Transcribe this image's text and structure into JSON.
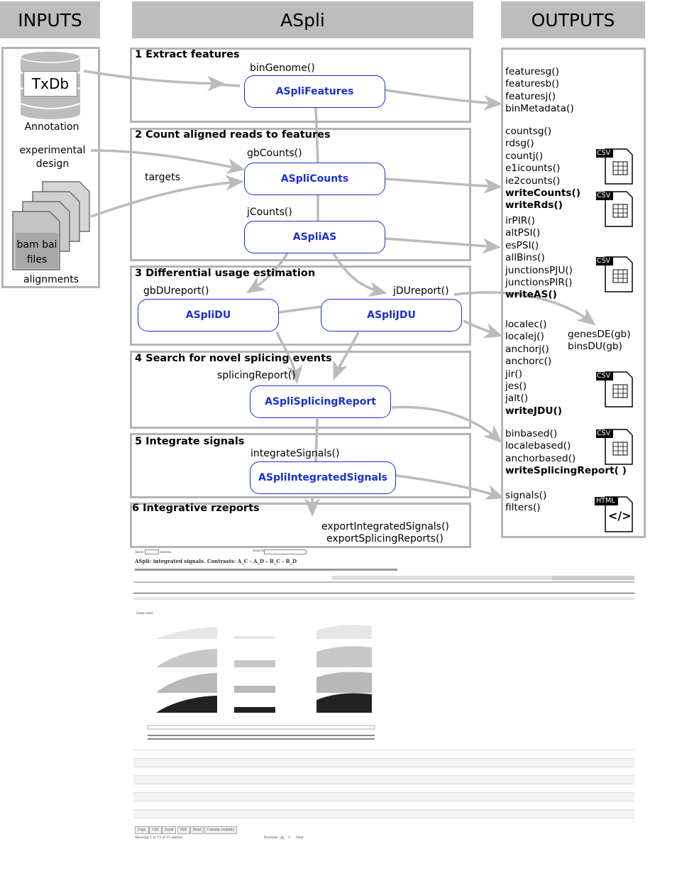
{
  "headers": {
    "inputs": "INPUTS",
    "aspli": "ASpli",
    "outputs": "OUTPUTS"
  },
  "inputs": {
    "txdb": "TxDb",
    "annotation": "Annotation",
    "experimental_design": [
      "experimental",
      "design"
    ],
    "targets": "targets",
    "bam": [
      "bam bai",
      "files"
    ],
    "alignments": "alignments"
  },
  "sections": [
    {
      "title": "1 Extract features",
      "function": "binGenome()",
      "nodes": [
        "ASpliFeatures"
      ]
    },
    {
      "title": "2 Count aligned reads to features",
      "function": "gbCounts()",
      "function2": "jCounts()",
      "nodes": [
        "ASpliCounts",
        "ASpliAS"
      ]
    },
    {
      "title": "3 Differential usage estimation",
      "function": "gbDUreport()",
      "function2": "jDUreport()",
      "nodes": [
        "ASpliDU",
        "ASpliJDU"
      ]
    },
    {
      "title": "4 Search for novel splicing events",
      "function": "splicingReport()",
      "nodes": [
        "ASpliSplicingReport"
      ]
    },
    {
      "title": "5 Integrate signals",
      "function": "integrateSignals()",
      "nodes": [
        "ASpliIntegratedSignals"
      ]
    },
    {
      "title": "6 Integrative rzeports",
      "functions": [
        "exportIntegratedSignals()",
        "exportSplicingReports()"
      ]
    }
  ],
  "outputs": {
    "group1": [
      "featuresg()",
      "featuresb()",
      "featuresj()",
      "binMetadata()"
    ],
    "group2": [
      "countsg()",
      "rdsg()",
      "countj()",
      "e1icounts()",
      "ie2counts()"
    ],
    "group2_bold": [
      "writeCounts()",
      "writeRds()"
    ],
    "group3": [
      "irPIR()",
      "altPSI()",
      "esPSI()",
      "allBins()",
      "junctionsPJU()",
      "junctionsPIR()"
    ],
    "group3_bold": [
      "writeAS()"
    ],
    "group4": [
      "localec()",
      "localej()",
      "anchorj()",
      "anchorc()",
      "jir()",
      "jes()",
      "jalt()"
    ],
    "group4_bold": [
      "writeJDU()"
    ],
    "group5": [
      "binbased()",
      "localebased()",
      "anchorbased()"
    ],
    "group5_bold": [
      "writeSplicingReport( )"
    ],
    "group6": [
      "signals()",
      "filters()"
    ],
    "genes_de": [
      "genesDE(gb)",
      "binsDU(gb)"
    ],
    "csv_label": "CSV",
    "html_label": "HTML",
    "html_glyph": "</>"
  },
  "report": {
    "title": "ASpli: integrated signals. Contrasts: A_C - A_D - B_C - B_D",
    "show": "Show",
    "entries": "entries",
    "search": "Search:",
    "buttons": [
      "Copy",
      "CSV",
      "Excel",
      "PDF",
      "Print",
      "Column visibility"
    ],
    "footer": "Showing 1 to 15 of 15 entries",
    "pager": [
      "Previous",
      "1",
      "2",
      "Next"
    ],
    "gene_view": "Gene view"
  },
  "colors": {
    "header_bg": "#bdbdbd",
    "frame": "#b4b4b4",
    "node": "#1a2fd6",
    "arrow": "#bbbbbb"
  }
}
